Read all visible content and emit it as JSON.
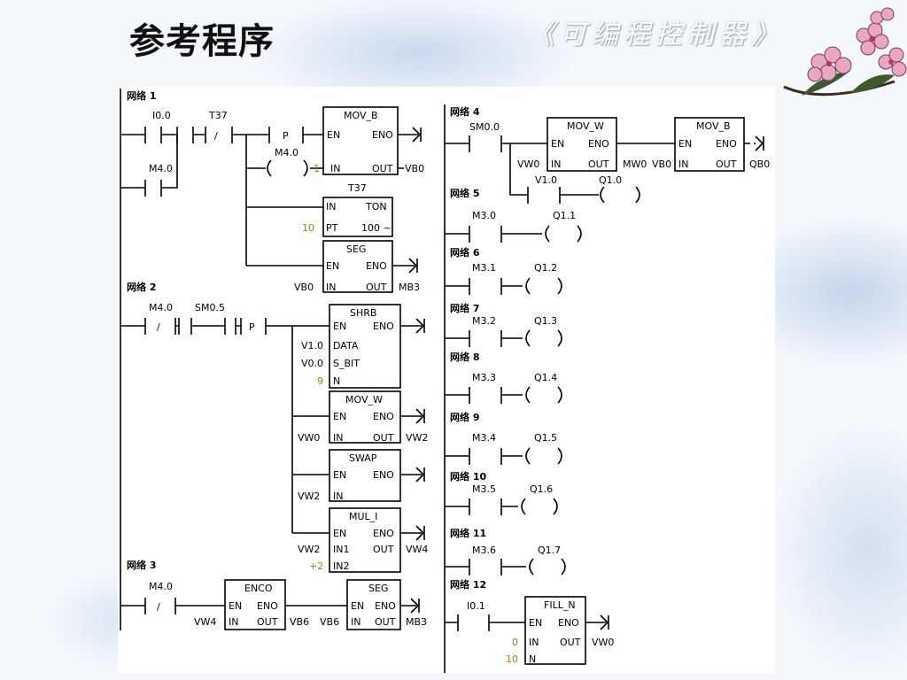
{
  "page": {
    "title": "参考程序",
    "corner_title": "《可编程控制器》"
  },
  "networks": {
    "n1": {
      "label": "网络 1",
      "c1": "I0.0",
      "c2": "T37",
      "c3": "M4.0",
      "p": "P",
      "m40": "M4.0",
      "one": "1",
      "movb": {
        "name": "MOV_B",
        "en": "EN",
        "eno": "ENO",
        "in": "IN",
        "out": "OUT",
        "out_op": "VB0"
      },
      "t37": "T37",
      "ton": {
        "in": "IN",
        "name": "TON",
        "pt": "PT",
        "base": "100 ~",
        "pt_val": "10"
      },
      "seg": {
        "name": "SEG",
        "en": "EN",
        "eno": "ENO",
        "in": "IN",
        "out": "OUT",
        "in_op": "VB0",
        "out_op": "MB3"
      }
    },
    "n2": {
      "label": "网络 2",
      "c1": "M4.0",
      "c2": "SM0.5",
      "p": "P",
      "shrb": {
        "name": "SHRB",
        "en": "EN",
        "eno": "ENO",
        "data": "DATA",
        "sbit": "S_BIT",
        "n": "N",
        "data_op": "V1.0",
        "sbit_op": "V0.0",
        "n_op": "9"
      },
      "movw": {
        "name": "MOV_W",
        "en": "EN",
        "eno": "ENO",
        "in": "IN",
        "out": "OUT",
        "in_op": "VW0",
        "out_op": "VW2"
      },
      "swap": {
        "name": "SWAP",
        "en": "EN",
        "eno": "ENO",
        "in": "IN",
        "in_op": "VW2"
      },
      "muli": {
        "name": "MUL_I",
        "en": "EN",
        "eno": "ENO",
        "in1": "IN1",
        "in2": "IN2",
        "out": "OUT",
        "in1_op": "VW2",
        "in2_op": "+2",
        "out_op": "VW4"
      }
    },
    "n3": {
      "label": "网络 3",
      "c1": "M4.0",
      "enco": {
        "name": "ENCO",
        "en": "EN",
        "eno": "ENO",
        "in": "IN",
        "out": "OUT",
        "in_op": "VW4",
        "out_op": "VB6"
      },
      "seg": {
        "name": "SEG",
        "en": "EN",
        "eno": "ENO",
        "in": "IN",
        "out": "OUT",
        "in_op": "VB6",
        "out_op": "MB3"
      }
    },
    "n4": {
      "label": "网络 4",
      "c1": "SM0.0",
      "movw": {
        "name": "MOV_W",
        "en": "EN",
        "eno": "ENO",
        "in": "IN",
        "out": "OUT",
        "in_op": "VW0",
        "out_op": "MW0"
      },
      "movb": {
        "name": "MOV_B",
        "en": "EN",
        "eno": "ENO",
        "in": "IN",
        "out": "OUT",
        "in_op": "VB0",
        "out_op": "QB0"
      },
      "c2": "V1.0",
      "coil": "Q1.0"
    },
    "n5": {
      "label": "网络 5",
      "c": "M3.0",
      "coil": "Q1.1"
    },
    "n6": {
      "label": "网络 6",
      "c": "M3.1",
      "coil": "Q1.2"
    },
    "n7": {
      "label": "网络 7",
      "c": "M3.2",
      "coil": "Q1.3"
    },
    "n8": {
      "label": "网络 8",
      "c": "M3.3",
      "coil": "Q1.4"
    },
    "n9": {
      "label": "网络 9",
      "c": "M3.4",
      "coil": "Q1.5"
    },
    "n10": {
      "label": "网络 10",
      "c": "M3.5",
      "coil": "Q1.6"
    },
    "n11": {
      "label": "网络 11",
      "c": "M3.6",
      "coil": "Q1.7"
    },
    "n12": {
      "label": "网络 12",
      "c": "I0.1",
      "filln": {
        "name": "FILL_N",
        "en": "EN",
        "eno": "ENO",
        "in": "IN",
        "out": "OUT",
        "n": "N",
        "in_op": "0",
        "out_op": "VW0",
        "n_op": "10"
      }
    }
  },
  "symbols": {
    "nc_slash": "/"
  },
  "colors": {
    "numeric_operand": "#a08000",
    "flower": "#e9a7c4"
  }
}
